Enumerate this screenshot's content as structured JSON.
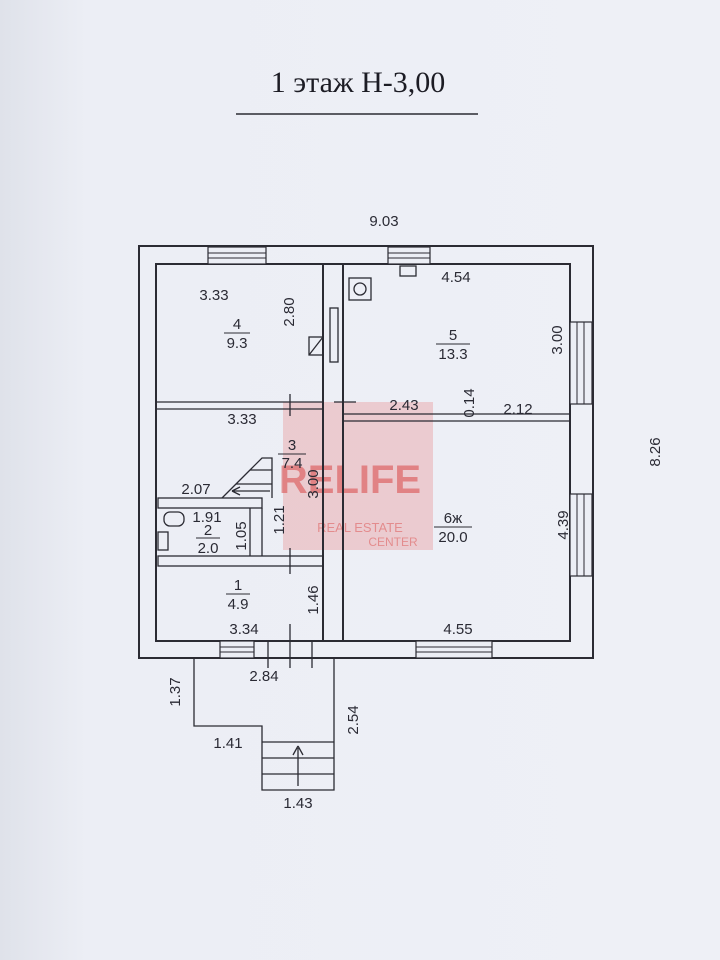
{
  "title": "1 этаж Н-3,00",
  "dimensions": {
    "overall_width": "9.03",
    "overall_depth": "8.26",
    "room4_width": "3.33",
    "room4_depth": "2.80",
    "corridor_width": "3.33",
    "room5_width": "4.54",
    "room5_depth": "3.00",
    "partition_left": "2.43",
    "partition_gap": "0.14",
    "partition_right": "2.12",
    "stair_width": "2.07",
    "stair_depth": "3.00",
    "wc_width": "1.91",
    "wc_depth": "1.05",
    "wc_side": "1.21",
    "room1_depth": "1.46",
    "room1_width": "3.34",
    "room6_depth": "4.39",
    "room6_width": "4.55",
    "porch_width": "2.84",
    "porch_left": "1.37",
    "porch_depth": "2.54",
    "porch_step_left": "1.41",
    "steps_width": "1.43"
  },
  "rooms": [
    {
      "number": "4",
      "area": "9.3"
    },
    {
      "number": "5",
      "area": "13.3"
    },
    {
      "number": "3",
      "area": "7.4"
    },
    {
      "number": "2",
      "area": "2.0"
    },
    {
      "number": "1",
      "area": "4.9"
    },
    {
      "number": "6ж",
      "area": "20.0"
    }
  ],
  "watermark": {
    "brand": "RELIFE",
    "line1": "REAL ESTATE",
    "line2": "CENTER",
    "color": "#d94747"
  },
  "colors": {
    "paper": "#eceef5",
    "ink": "#2b2b33"
  }
}
